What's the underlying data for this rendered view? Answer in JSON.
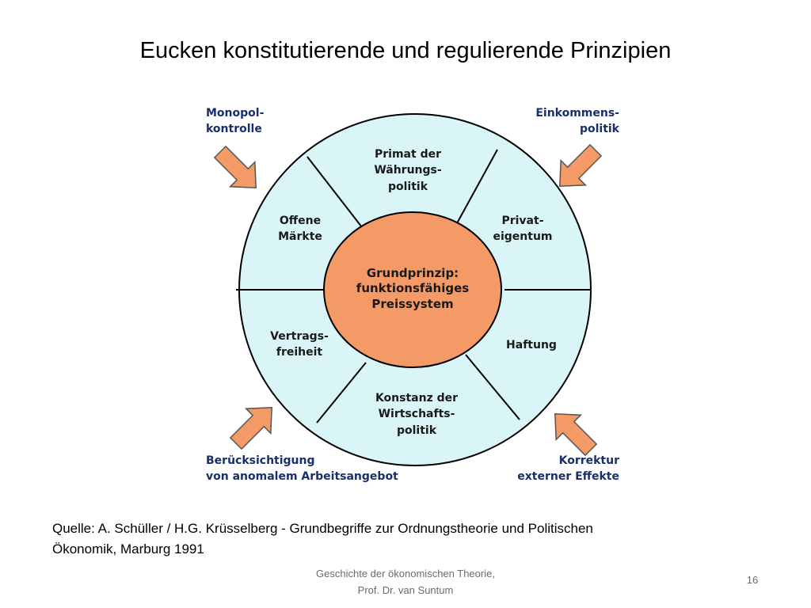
{
  "slide": {
    "title": "Eucken konstitutierende und regulierende Prinzipien",
    "source": {
      "line1": "Quelle: A. Schüller / H.G. Krüsselberg - Grundbegriffe zur Ordnungstheorie und Politischen",
      "line2": "Ökonomik, Marburg 1991"
    },
    "footer": {
      "line1": "Geschichte der ökonomischen Theorie,",
      "line2": "Prof. Dr. van Suntum"
    },
    "page_number": "16"
  },
  "diagram": {
    "center": {
      "line1": "Grundprinzip:",
      "line2": "funktionsfähiges",
      "line3": "Preissystem"
    },
    "segments": {
      "top": {
        "line1": "Primat der",
        "line2": "Währungs-",
        "line3": "politik"
      },
      "upper_right": {
        "line1": "Privat-",
        "line2": "eigentum"
      },
      "lower_right": {
        "line1": "Haftung"
      },
      "bottom": {
        "line1": "Konstanz der",
        "line2": "Wirtschafts-",
        "line3": "politik"
      },
      "lower_left": {
        "line1": "Vertrags-",
        "line2": "freiheit"
      },
      "upper_left": {
        "line1": "Offene",
        "line2": "Märkte"
      }
    },
    "regulating": {
      "top_left": {
        "line1": "Monopol-",
        "line2": "kontrolle"
      },
      "top_right": {
        "line1": "Einkommens-",
        "line2": "politik"
      },
      "bottom_left": {
        "line1": "Berücksichtigung",
        "line2": "von anomalem Arbeitsangebot"
      },
      "bottom_right": {
        "line1": "Korrektur",
        "line2": "externer Effekte"
      }
    },
    "colors": {
      "ring_fill": "#d9f5f8",
      "center_fill": "#f49a66",
      "arrow_fill": "#f39a66",
      "label_color": "#1a2e6b"
    }
  }
}
